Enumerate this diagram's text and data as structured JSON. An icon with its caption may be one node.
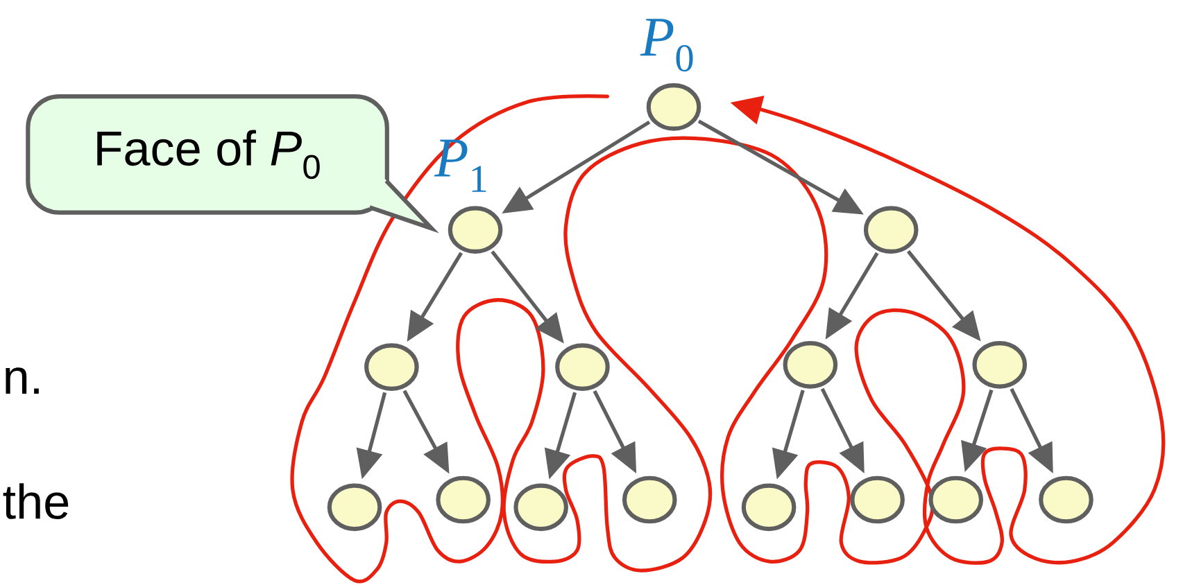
{
  "diagram": {
    "nodes": [
      {
        "text": [],
        "shape": "circle",
        "beside": [
          "*P*$_{0}$"
        ]
      },
      {
        "text": [],
        "shape": "circle",
        "beside": [
          "*P*$_{1}$"
        ]
      },
      {
        "text": [],
        "shape": "circle"
      },
      {
        "text": [],
        "shape": "circle"
      },
      {
        "text": [],
        "shape": "circle"
      },
      {
        "text": [],
        "shape": "circle"
      },
      {
        "text": [],
        "shape": "circle"
      },
      {
        "text": [],
        "shape": "circle"
      },
      {
        "text": [],
        "shape": "circle"
      },
      {
        "text": [],
        "shape": "circle"
      },
      {
        "text": [],
        "shape": "circle"
      },
      {
        "text": [],
        "shape": "circle"
      },
      {
        "text": [],
        "shape": "circle"
      },
      {
        "text": [],
        "shape": "circle"
      },
      {
        "text": [],
        "shape": "circle"
      },
      {
        "text": [
          "Face of *P*$_{0}$"
        ]
      }
    ],
    "edges": [
      {
        "from": 0,
        "to": 1,
        "arrow": "to"
      },
      {
        "from": 0,
        "to": 2,
        "arrow": "to"
      },
      {
        "from": 1,
        "to": 3,
        "arrow": "to"
      },
      {
        "from": 1,
        "to": 4,
        "arrow": "to"
      },
      {
        "from": 2,
        "to": 5,
        "arrow": "to"
      },
      {
        "from": 2,
        "to": 6,
        "arrow": "to"
      },
      {
        "from": 3,
        "to": 7,
        "arrow": "to"
      },
      {
        "from": 3,
        "to": 8,
        "arrow": "to"
      },
      {
        "from": 4,
        "to": 9,
        "arrow": "to"
      },
      {
        "from": 4,
        "to": 10,
        "arrow": "to"
      },
      {
        "from": 5,
        "to": 11,
        "arrow": "to"
      },
      {
        "from": 5,
        "to": 12,
        "arrow": "to"
      },
      {
        "from": 6,
        "to": 13,
        "arrow": "to"
      },
      {
        "from": 6,
        "to": 14,
        "arrow": "to"
      }
    ],
    "labels": [
      "n.",
      "the"
    ]
  }
}
